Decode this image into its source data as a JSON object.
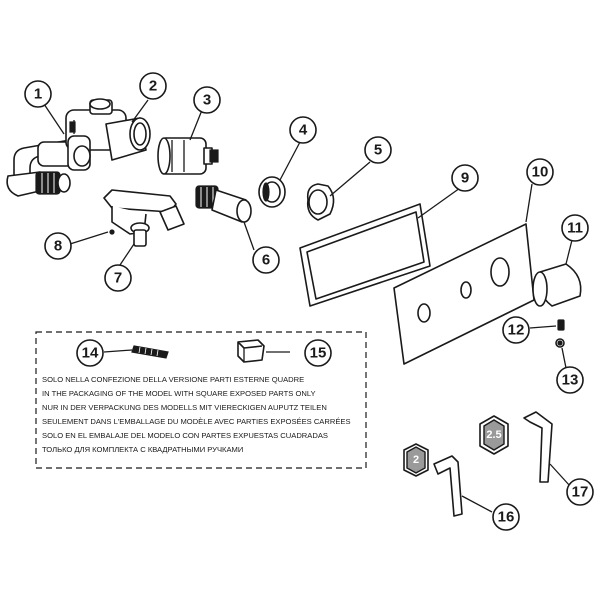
{
  "callouts": [
    {
      "id": "1",
      "label": "1"
    },
    {
      "id": "2",
      "label": "2"
    },
    {
      "id": "3",
      "label": "3"
    },
    {
      "id": "4",
      "label": "4"
    },
    {
      "id": "5",
      "label": "5"
    },
    {
      "id": "6",
      "label": "6"
    },
    {
      "id": "7",
      "label": "7"
    },
    {
      "id": "8",
      "label": "8"
    },
    {
      "id": "9",
      "label": "9"
    },
    {
      "id": "10",
      "label": "10"
    },
    {
      "id": "11",
      "label": "11"
    },
    {
      "id": "12",
      "label": "12"
    },
    {
      "id": "13",
      "label": "13"
    },
    {
      "id": "14",
      "label": "14"
    },
    {
      "id": "15",
      "label": "15"
    },
    {
      "id": "16",
      "label": "16"
    },
    {
      "id": "17",
      "label": "17"
    }
  ],
  "hex_keys": {
    "small": "2",
    "large": "2.5"
  },
  "note": {
    "lines": [
      "SOLO NELLA CONFEZIONE DELLA VERSIONE PARTI ESTERNE QUADRE",
      "IN THE PACKAGING OF THE MODEL WITH SQUARE EXPOSED PARTS ONLY",
      "NUR IN DER VERPACKUNG DES MODELLS MIT VIERECKIGEN AUPUTZ TEILEN",
      "SEULEMENT DANS L'EMBALLAGE DU MODÈLE AVEC PARTIES EXPOSÉES CARRÉES",
      "SOLO EN EL EMBALAJE DEL MODELO CON PARTES EXPUESTAS CUADRADAS",
      "ТОЛЬКО ДЛЯ КОМПЛЕКТА С КВАДРАТНЫМИ РУЧКАМИ"
    ]
  },
  "colors": {
    "ink": "#1a1a1a",
    "hex_fill": "#9a9a9a"
  }
}
